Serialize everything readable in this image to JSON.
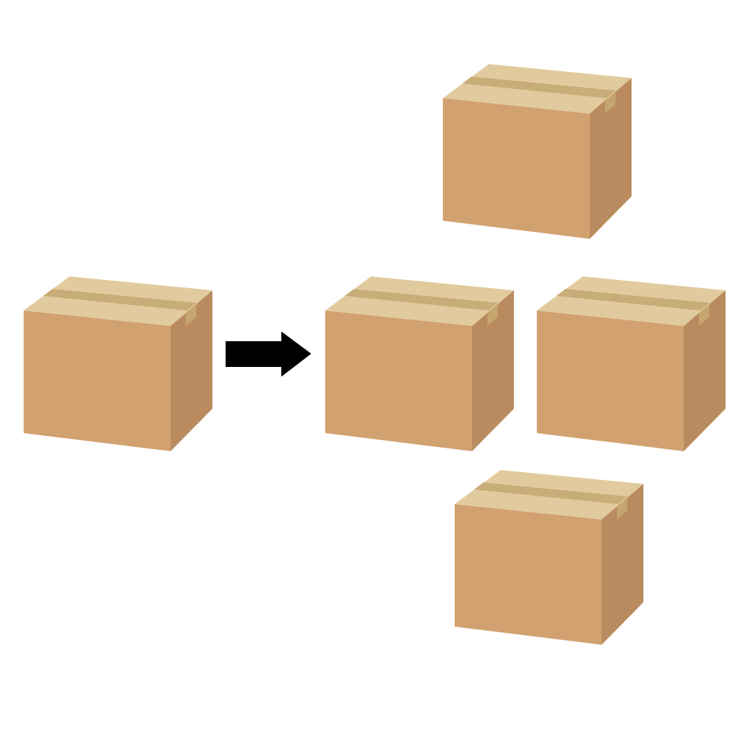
{
  "diagram": {
    "description_kind": "illustration",
    "source_box": {
      "icon": "cardboard-box-icon",
      "count": 1
    },
    "transform_arrow": {
      "icon": "arrow-right-icon",
      "color": "#000000"
    },
    "result_boxes": {
      "icon": "cardboard-box-icon",
      "count": 4,
      "arrangement": "cross"
    },
    "colors": {
      "box_front": "#D2A170",
      "box_side": "#B98B5E",
      "box_top": "#E1CB9E",
      "tape": "#C9AD78",
      "tape_side": "#C7A56F",
      "background": "#FFFFFF"
    }
  }
}
